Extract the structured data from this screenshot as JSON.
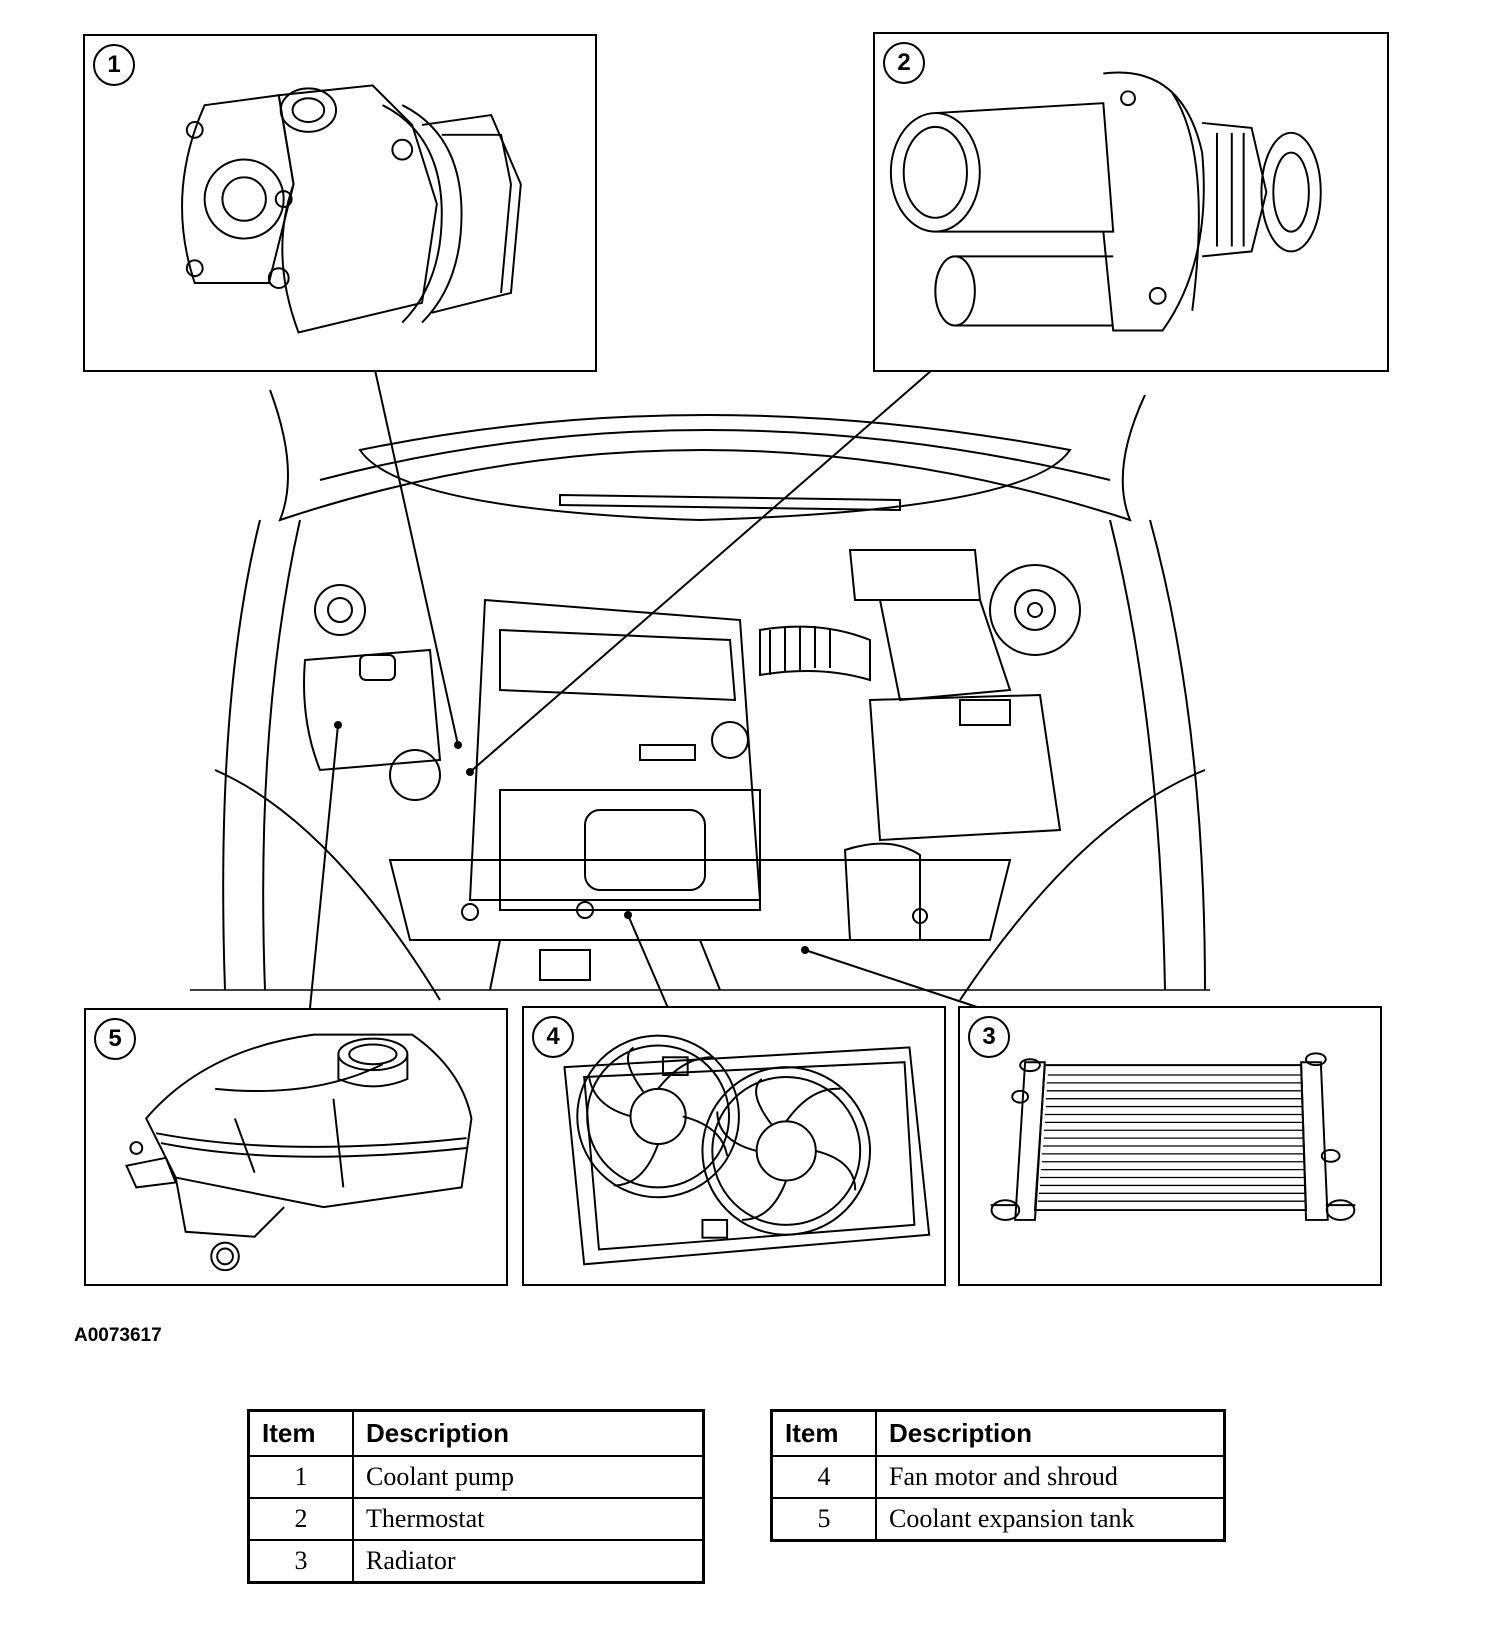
{
  "callouts": [
    "1",
    "2",
    "3",
    "4",
    "5"
  ],
  "figure_id": "A0073617",
  "table_header": {
    "item": "Item",
    "description": "Description"
  },
  "table_left": [
    {
      "item": "1",
      "description": "Coolant pump"
    },
    {
      "item": "2",
      "description": "Thermostat"
    },
    {
      "item": "3",
      "description": "Radiator"
    }
  ],
  "table_right": [
    {
      "item": "4",
      "description": "Fan motor and shroud"
    },
    {
      "item": "5",
      "description": "Coolant expansion tank"
    }
  ]
}
